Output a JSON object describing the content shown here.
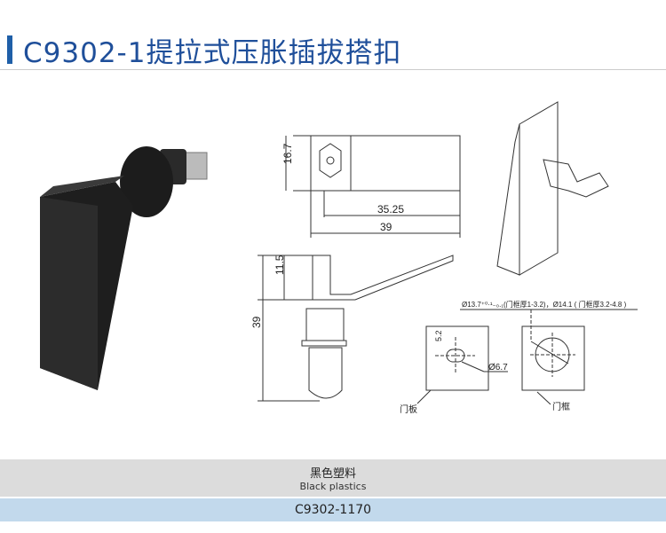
{
  "title": "C9302-1提拉式压胀插拔搭扣",
  "drawing": {
    "dim_height_top": "16.7",
    "dim_inner_length": "35.25",
    "dim_total_length": "39",
    "dim_side_top": "11.5",
    "dim_side_total": "39",
    "cutout_note": "Ø13.7⁺⁰·¹₋₀.₁(门框厚1-3.2)，Ø14.1 ( 门框厚3.2-4.8 )",
    "dim_slot_height": "5.2",
    "dim_slot_dia": "Ø6.7",
    "label_door_panel": "门板",
    "label_door_frame": "门框"
  },
  "material": {
    "cn": "黑色塑料",
    "en": "Black plastics"
  },
  "code": "C9302-1170",
  "colors": {
    "accent": "#1f5fa8",
    "material_band": "#dcdcdc",
    "code_band": "#c2d9ec"
  }
}
